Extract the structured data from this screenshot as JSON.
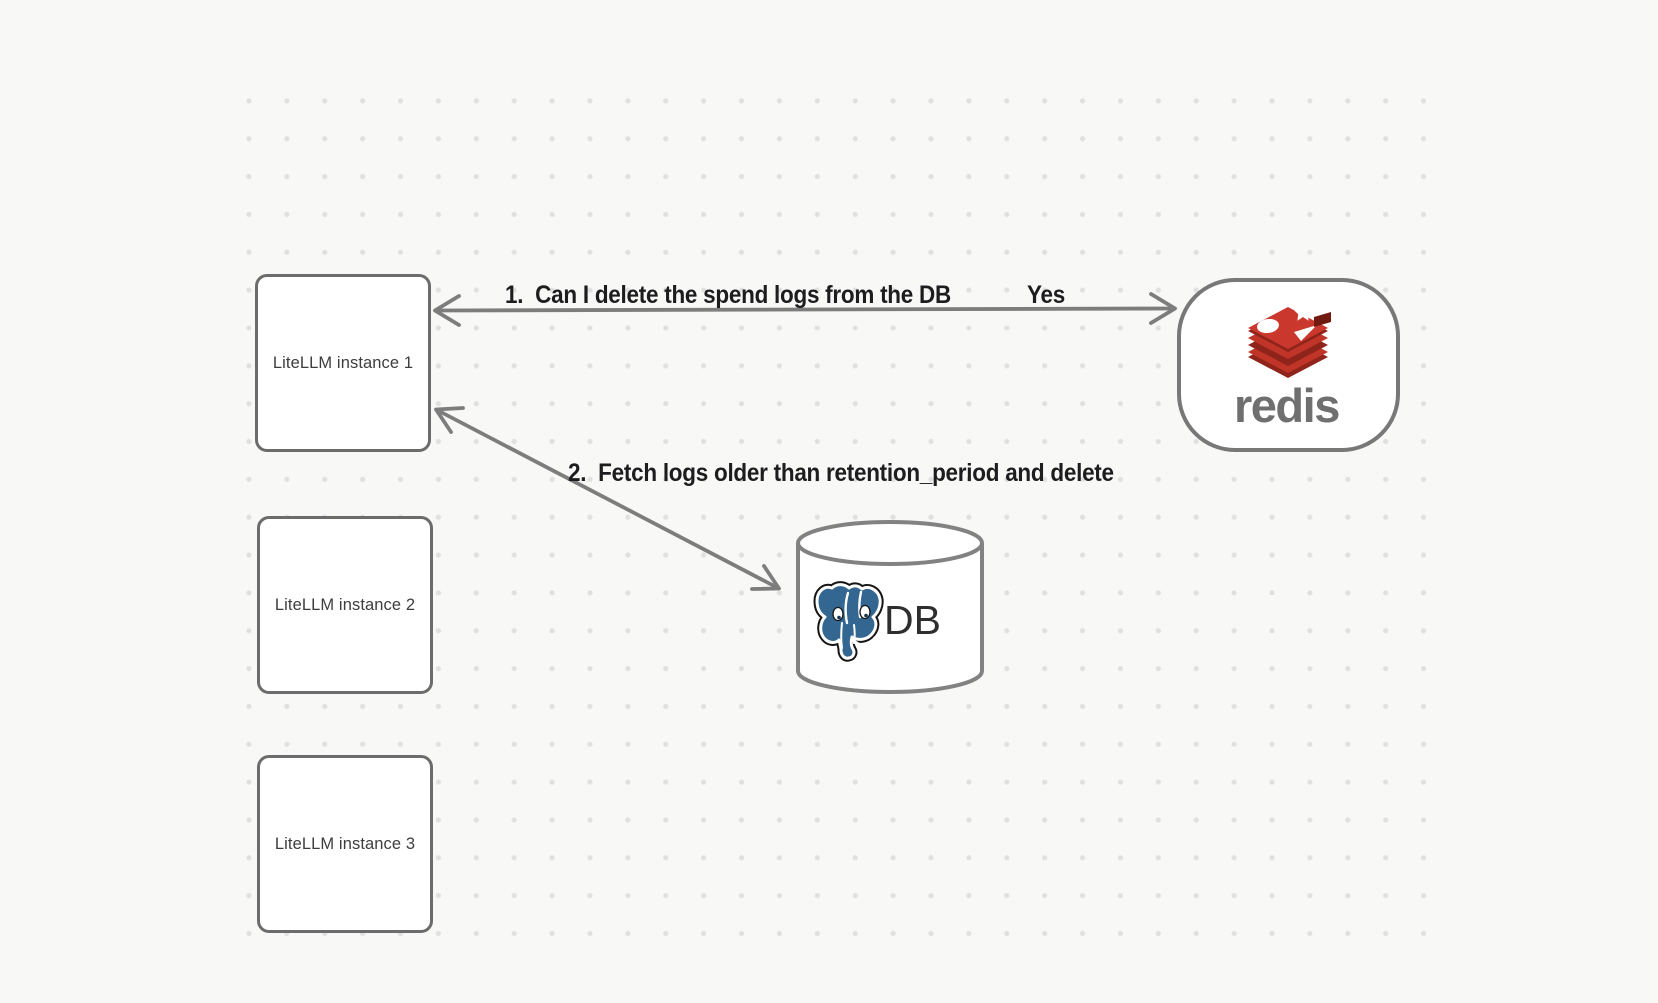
{
  "canvas": {
    "background": "#f8f8f7",
    "dot_color": "#e0e0e0"
  },
  "nodes": {
    "instances": [
      {
        "label": "LiteLLM instance 1"
      },
      {
        "label": "LiteLLM instance 2"
      },
      {
        "label": "LiteLLM instance 3"
      }
    ],
    "redis": {
      "wordmark": "redis",
      "logo_icon": "redis-cube-icon",
      "brand_red": "#ca372c",
      "brand_red_dark": "#8f241b"
    },
    "db": {
      "label": "DB",
      "logo_icon": "postgresql-elephant-icon",
      "brand_blue": "#336791"
    }
  },
  "arrows": {
    "request": {
      "label": "1.  Can I delete the spend logs from the DB",
      "response": "Yes"
    },
    "fetch": {
      "label": "2.  Fetch logs older than retention_period and delete"
    }
  },
  "colors": {
    "connector_gray": "#7d7d7d",
    "node_border_gray": "#6c6c6c",
    "label_text": "#1d1d1f"
  }
}
